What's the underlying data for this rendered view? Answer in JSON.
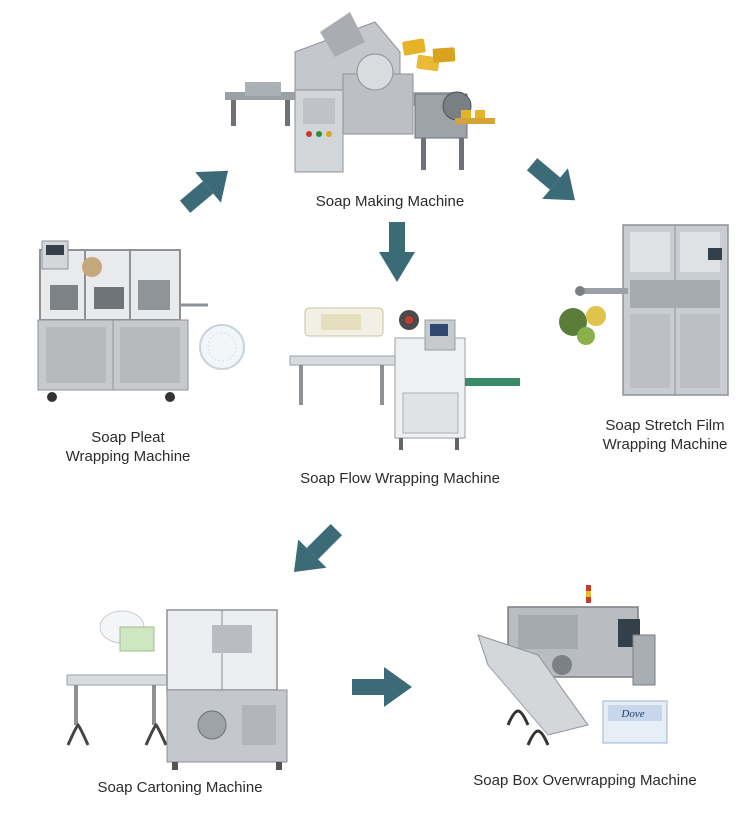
{
  "nodes": {
    "soap_making": {
      "label": "Soap Making Machine"
    },
    "pleat_wrapping": {
      "label_line1": "Soap Pleat",
      "label_line2": "Wrapping Machine"
    },
    "flow_wrapping": {
      "label": "Soap Flow Wrapping Machine"
    },
    "stretch_film": {
      "label_line1": "Soap Stretch Film",
      "label_line2": "Wrapping Machine"
    },
    "cartoning": {
      "label": "Soap Cartoning Machine"
    },
    "box_overwrapping": {
      "label": "Soap Box Overwrapping Machine"
    }
  },
  "product_text": {
    "dove_box": "Dove"
  },
  "colors": {
    "arrow": "#3c6b78",
    "machine_steel": "#b9bcc0",
    "soap_yellow": "#e7b326"
  }
}
